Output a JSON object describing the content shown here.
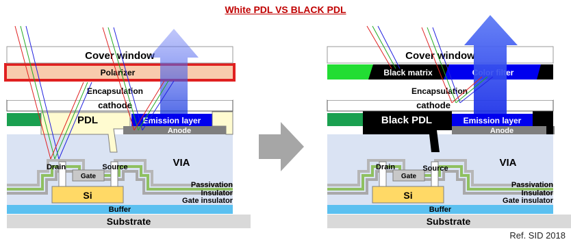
{
  "title": "White PDL  VS  BLACK PDL",
  "reference": "Ref. SID 2018",
  "left_panel": {
    "cover_window": "Cover window",
    "polarizer": "Polarizer",
    "encapsulation": "Encapsulation",
    "cathode": "cathode",
    "pdl": "PDL",
    "emission_layer": "Emission layer",
    "anode": "Anode",
    "via": "VIA",
    "drain": "Drain",
    "source": "Source",
    "gate": "Gate",
    "si": "Si",
    "passivation": "Passivation",
    "insulator": "Insulator",
    "gate_insulator": "Gate insulator",
    "buffer": "Buffer",
    "substrate": "Substrate"
  },
  "right_panel": {
    "cover_window": "Cover window",
    "black_matrix": "Black matrix",
    "color_filter": "Color filter",
    "encapsulation": "Encapsulation",
    "cathode": "cathode",
    "pdl": "Black PDL",
    "emission_layer": "Emission layer",
    "anode": "Anode",
    "via": "VIA",
    "drain": "Drain",
    "source": "Source",
    "gate": "Gate",
    "si": "Si",
    "passivation": "Passivation",
    "insulator": "Insulator",
    "gate_insulator": "Gate insulator",
    "buffer": "Buffer",
    "substrate": "Substrate"
  },
  "colors": {
    "title": "#c00000",
    "polarizer_fill": "#f8cbad",
    "polarizer_outline": "#e02020",
    "white_pdl": "#fffbd0",
    "black_pdl": "#000000",
    "emission": "#0000ee",
    "anode": "#7f7f7f",
    "via": "#dae3f3",
    "buffer": "#5bc0f0",
    "substrate": "#d9d9d9",
    "si": "#ffd966",
    "green_pixel": "#1aa050",
    "color_filter_green": "#22dd33",
    "arrow_blue": "#4f6ff0"
  }
}
